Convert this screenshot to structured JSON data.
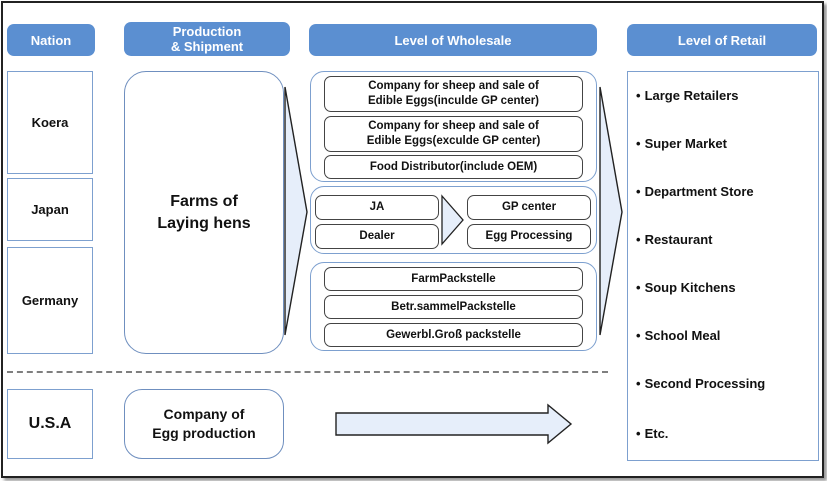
{
  "headers": {
    "nation": "Nation",
    "production_line1": "Production",
    "production_line2": "& Shipment",
    "wholesale": "Level of Wholesale",
    "retail": "Level of Retail"
  },
  "nations": {
    "korea": "Koera",
    "japan": "Japan",
    "germany": "Germany",
    "usa": "U.S.A"
  },
  "production": {
    "farms_line1": "Farms of",
    "farms_line2": "Laying hens",
    "usa_line1": "Company of",
    "usa_line2": "Egg production"
  },
  "wholesale": {
    "korea": [
      {
        "line1": "Company for sheep and sale of",
        "line2": "Edible Eggs(inculde GP center)"
      },
      {
        "line1": "Company for sheep and sale of",
        "line2": "Edible Eggs(exculde GP center)"
      },
      {
        "line1": "Food Distributor(include OEM)",
        "line2": ""
      }
    ],
    "japan": {
      "ja": "JA",
      "dealer": "Dealer",
      "gp_center": "GP center",
      "egg_processing": "Egg Processing"
    },
    "germany": [
      "FarmPackstelle",
      "Betr.sammelPackstelle",
      "Gewerbl.Groß packstelle"
    ]
  },
  "retail": {
    "bullet": "•",
    "items": [
      "Large Retailers",
      "Super Market",
      "Department Store",
      "Restaurant",
      "Soup Kitchens",
      "School Meal",
      "Second Processing",
      "Etc."
    ]
  },
  "colors": {
    "header_bg": "#5b8fd1",
    "border_blue": "#7da0cf",
    "arrow_fill": "#e6eefa"
  }
}
